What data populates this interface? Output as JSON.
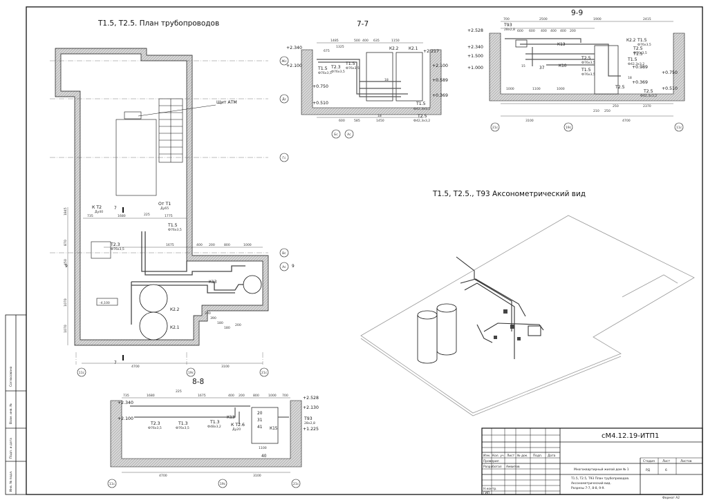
{
  "titles": {
    "plan": "Т1.5, Т2.5. План трубопроводов",
    "sec77": "7-7",
    "sec99": "9-9",
    "sec88": "8-8",
    "axon": "Т1.5, Т2.5., Т93 Аксонометрический вид"
  },
  "plan": {
    "axes_v": [
      "11с",
      "19с",
      "21с"
    ],
    "axes_h": [
      "Жс",
      "Дс",
      "Гс",
      "Вс",
      "Ас"
    ],
    "section_mark_7": "7",
    "section_mark_9": "9",
    "shield": "Щит АТМ",
    "kt2": "К Т2",
    "kt2_sub": "Ду40",
    "from_t1": "От Т1",
    "from_t1_sub": "Ду65",
    "t15": "Т1.5",
    "t15_sub": "Ф76х3,5",
    "t23": "Т2.3",
    "t23_sub": "Ф76х3,5",
    "k13": "К13",
    "k22": "К2.2",
    "k21": "К2.1",
    "level": "-4,100",
    "dims_top": [
      "735",
      "1680",
      "225",
      "1775"
    ],
    "dims_mid": [
      "1675",
      "400",
      "200",
      "800",
      "1000"
    ],
    "dims_left": [
      "1845",
      "870",
      "450",
      "1070",
      "1070"
    ],
    "dims_bottom": [
      "4700",
      "3100"
    ],
    "dims_small": [
      "200",
      "390",
      "180",
      "180",
      "200"
    ]
  },
  "s77": {
    "levels_left": [
      "+2.340",
      "+2.100",
      "+0.750",
      "+0.510"
    ],
    "levels_right": [
      "+2.217",
      "+2.100",
      "+0.589",
      "+0.369"
    ],
    "dims_top": [
      "1485",
      "675",
      "1325",
      "500",
      "400",
      "635",
      "1150"
    ],
    "labels": [
      "Т1.5",
      "Т2.3",
      "Т1.5",
      "К2.2",
      "К2.1",
      "18",
      "Т1.5",
      "Т2.5",
      "18"
    ],
    "subs": [
      "Ф76х3,5",
      "Ф76х3,5",
      "Ф76х3,5",
      "Ф42,3х3,2",
      "Ф42,3х3,2"
    ],
    "dims_bottom": [
      "600",
      "585",
      "1450"
    ],
    "axes": [
      "Бс",
      "Ас"
    ]
  },
  "s99": {
    "levels_left": [
      "+2.528",
      "+2.340",
      "+1.500",
      "+1.000"
    ],
    "levels_right": [
      "+0.989",
      "+0.750",
      "+0.510",
      "+0.369"
    ],
    "dims_top": [
      "700",
      "2500",
      "1900",
      "2415"
    ],
    "dims_top2": [
      "600",
      "600",
      "400",
      "400",
      "400",
      "200"
    ],
    "labels": [
      "Т93",
      "К2.2",
      "Т1.5",
      "Т2.5",
      "К13",
      "К10",
      "15",
      "37",
      "Т2.5",
      "Т1.5",
      "Т1.5",
      "Т2.5",
      "Т1.5",
      "18",
      "Т2.5"
    ],
    "subs": [
      "28х2,8",
      "Ф76х3,5",
      "Ф76х3,5",
      "Ф76х3,5",
      "Ф76х3,5",
      "Ф42,3х3,2",
      "Ф42,3х3,2"
    ],
    "dims_bottom": [
      "1000",
      "1100",
      "1000",
      "210",
      "250",
      "250",
      "2370"
    ],
    "dims_bottom2": [
      "3100",
      "4700"
    ],
    "axes": [
      "21с",
      "19с",
      "11с"
    ]
  },
  "s88": {
    "levels_left": [
      "+2.340",
      "+2.100"
    ],
    "levels_right": [
      "+2.528",
      "+2.130",
      "+1.225"
    ],
    "dims_top": [
      "735",
      "1680",
      "225",
      "1675",
      "400",
      "200",
      "800",
      "1000",
      "700"
    ],
    "labels": [
      "Т2.3",
      "Т1.3",
      "Т1.3",
      "К Т2.6",
      "К13",
      "20",
      "31",
      "41",
      "К15",
      "40",
      "Т93"
    ],
    "subs": [
      "Ф76х3,5",
      "Ф76х3,5",
      "Ф48х3,2",
      "Ду20",
      "28х2,8"
    ],
    "dims_inner": "1100",
    "dims_bottom": [
      "4700",
      "3100"
    ],
    "axes": [
      "11с",
      "19с",
      "21с"
    ]
  },
  "stamp": {
    "side": [
      "Согласовано",
      "Взам. инв. №",
      "Подп. и дата",
      "Инв. № подл."
    ],
    "code": "сМ4.12.19-ИТП1",
    "cols": [
      "Изм.",
      "Кол. уч",
      "Лист",
      "№ док.",
      "Подп.",
      "Дата"
    ],
    "roles": [
      "Проверил",
      "Разработал",
      "Н.контр.",
      "ГИП"
    ],
    "author": "Амвитов",
    "object": "Многоквартирный жилой дом № 1",
    "stage_h": "Стадия",
    "sheet_h": "Лист",
    "sheets_h": "Листов",
    "stage": "РД",
    "sheet": "6",
    "desc1": "Т1.5, Т2.5, Т93 План трубопроводов.",
    "desc2": "Аксонометрический вид.",
    "desc3": "Разрезы 7-7, 8-8, 9-9.",
    "format": "Формат А2"
  },
  "colors": {
    "line": "#111111",
    "hatch": "#bfbfbf",
    "pipe": "#7a7a7a",
    "axon_slab": "#9a9a9a"
  }
}
